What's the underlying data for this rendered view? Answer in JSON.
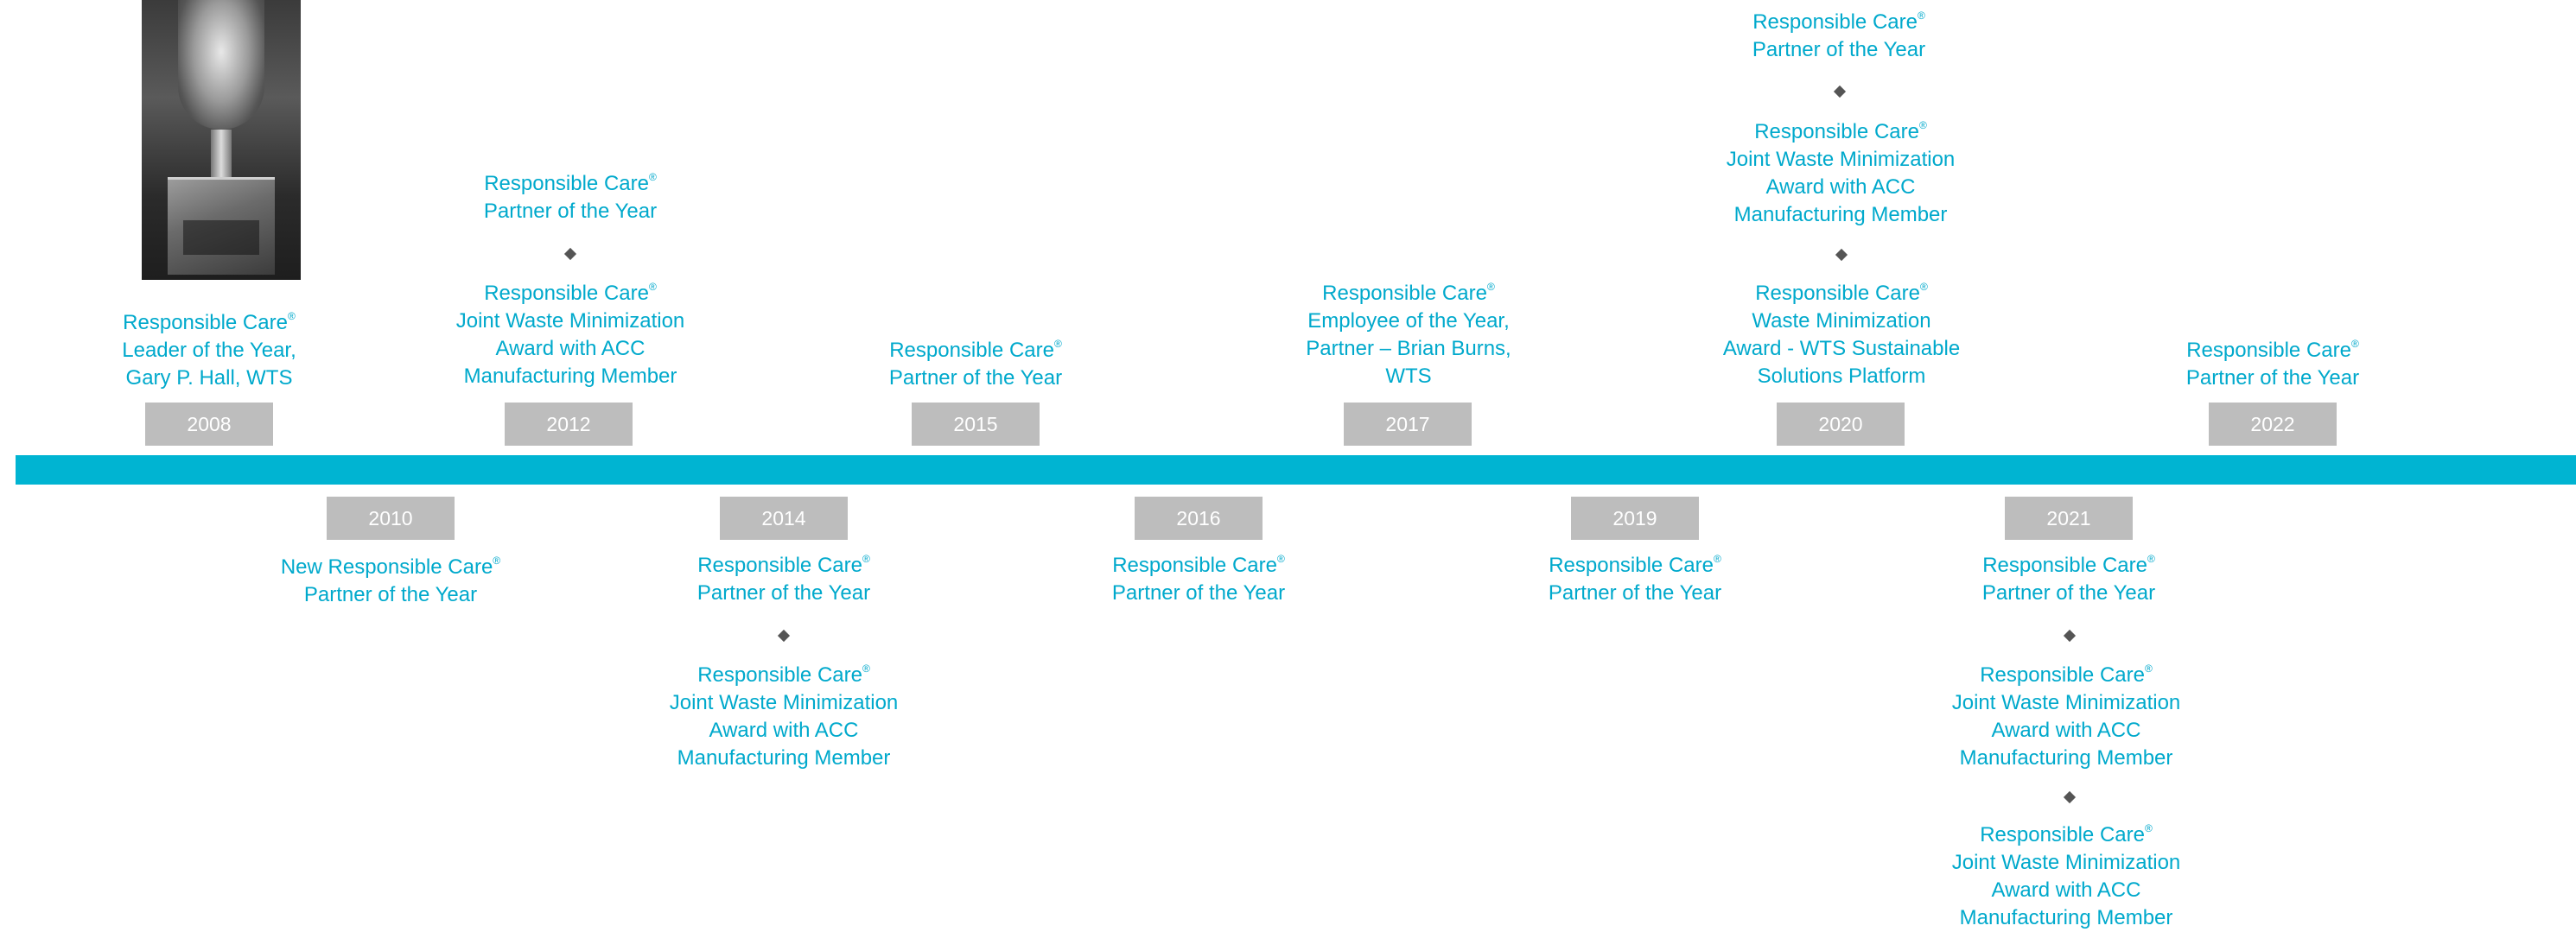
{
  "mark": "®",
  "years": {
    "y2008": "2008",
    "y2010": "2010",
    "y2012": "2012",
    "y2014": "2014",
    "y2015": "2015",
    "y2016": "2016",
    "y2017": "2017",
    "y2019": "2019",
    "y2020": "2020",
    "y2021": "2021",
    "y2022": "2022"
  },
  "awards": {
    "a2008": {
      "title": "Responsible Care",
      "l2": "Leader of the Year,",
      "l3": "Gary P. Hall, WTS"
    },
    "a2010": {
      "title": "New Responsible Care",
      "l2": "Partner of the Year"
    },
    "a2012_1": {
      "title": "Responsible Care",
      "l2": "Partner of the Year"
    },
    "a2012_2": {
      "title": "Responsible Care",
      "l2": "Joint Waste Minimization",
      "l3": "Award with ACC",
      "l4": "Manufacturing Member"
    },
    "a2014_1": {
      "title": "Responsible Care",
      "l2": "Partner of the Year"
    },
    "a2014_2": {
      "title": "Responsible Care",
      "l2": "Joint Waste Minimization",
      "l3": "Award with ACC",
      "l4": "Manufacturing Member"
    },
    "a2015": {
      "title": "Responsible Care",
      "l2": "Partner of the Year"
    },
    "a2016": {
      "title": "Responsible Care",
      "l2": "Partner of the Year"
    },
    "a2017": {
      "title": "Responsible Care",
      "l2": "Employee of the Year,",
      "l3": "Partner – Brian Burns,",
      "l4": "WTS"
    },
    "a2019": {
      "title": "Responsible Care",
      "l2": "Partner of the Year"
    },
    "a2020_1": {
      "title": "Responsible Care",
      "l2": "Partner of the Year"
    },
    "a2020_2": {
      "title": "Responsible Care",
      "l2": "Joint Waste Minimization",
      "l3": "Award with ACC",
      "l4": "Manufacturing Member"
    },
    "a2020_3": {
      "title": "Responsible Care",
      "l2": "Waste Minimization",
      "l3": "Award - WTS Sustainable",
      "l4": "Solutions Platform"
    },
    "a2021_1": {
      "title": "Responsible Care",
      "l2": "Partner of the Year"
    },
    "a2021_2": {
      "title": "Responsible Care",
      "l2": "Joint Waste Minimization",
      "l3": "Award with ACC",
      "l4": "Manufacturing Member"
    },
    "a2021_3": {
      "title": "Responsible Care",
      "l2": "Joint Waste Minimization",
      "l3": "Award with ACC",
      "l4": "Manufacturing Member"
    },
    "a2022": {
      "title": "Responsible Care",
      "l2": "Partner of the Year"
    }
  },
  "colors": {
    "axis": "#00b4d2",
    "text": "#00a9cc",
    "year_box": "#bdbdbd",
    "diamond": "#555555"
  },
  "image": {
    "icon": "trophy-photo"
  }
}
